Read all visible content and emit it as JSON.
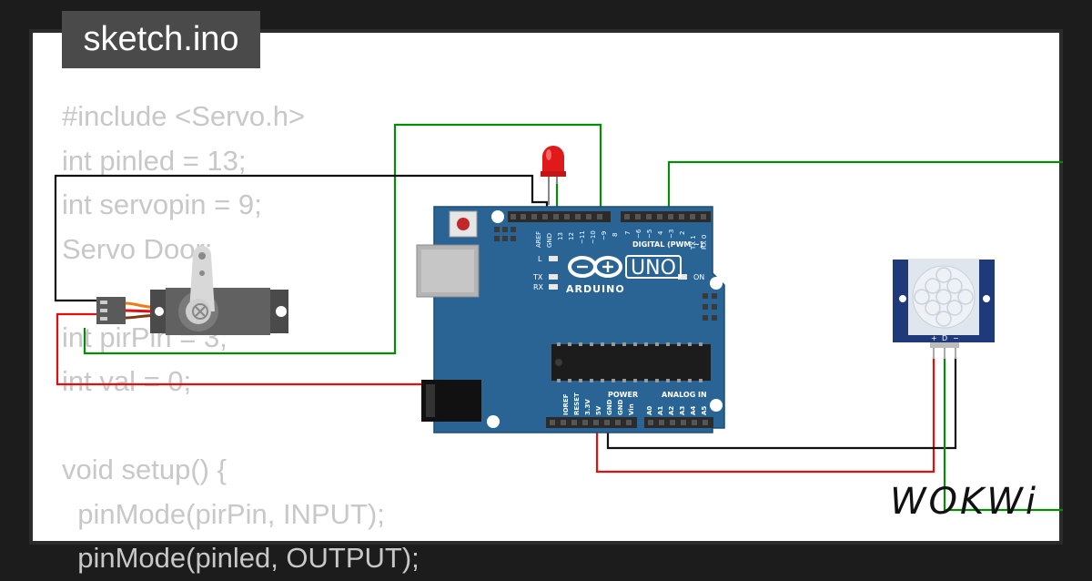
{
  "tab": {
    "title": "sketch.ino"
  },
  "code_lines": [
    "#include <Servo.h>",
    "int pinled = 13;",
    "int servopin = 9;",
    "Servo Door;",
    "",
    "int pirPin = 3;",
    "int val = 0;",
    "",
    "void setup() {",
    "  pinMode(pirPin, INPUT);",
    "  pinMode(pinled, OUTPUT);"
  ],
  "board": {
    "model": "UNO",
    "brand": "ARDUINO",
    "led_labels": {
      "l": "L",
      "tx": "TX",
      "rx": "RX",
      "on": "ON"
    },
    "digital_header": "DIGITAL (PWM ~)",
    "top_pins_left": [
      "AREF",
      "GND",
      "13",
      "12",
      "~11",
      "~10",
      "~9",
      "8"
    ],
    "top_pins_right": [
      "7",
      "~6",
      "~5",
      "4",
      "~3",
      "2",
      "TX 1",
      "RX 0"
    ],
    "power_header": "POWER",
    "analog_header": "ANALOG IN",
    "power_pins": [
      "IOREF",
      "RESET",
      "3.3V",
      "5V",
      "GND",
      "GND",
      "Vin"
    ],
    "analog_pins": [
      "A0",
      "A1",
      "A2",
      "A3",
      "A4",
      "A5"
    ]
  },
  "pir": {
    "pin_labels": [
      "+",
      "D",
      "−"
    ]
  },
  "brand_logo": "WOKWi",
  "colors": {
    "board": "#2a6495",
    "wire_green": "#0a8a0a",
    "wire_red": "#e01010",
    "wire_black": "#111111",
    "led": "#e0191b",
    "pir_board": "#1e3a7a"
  }
}
